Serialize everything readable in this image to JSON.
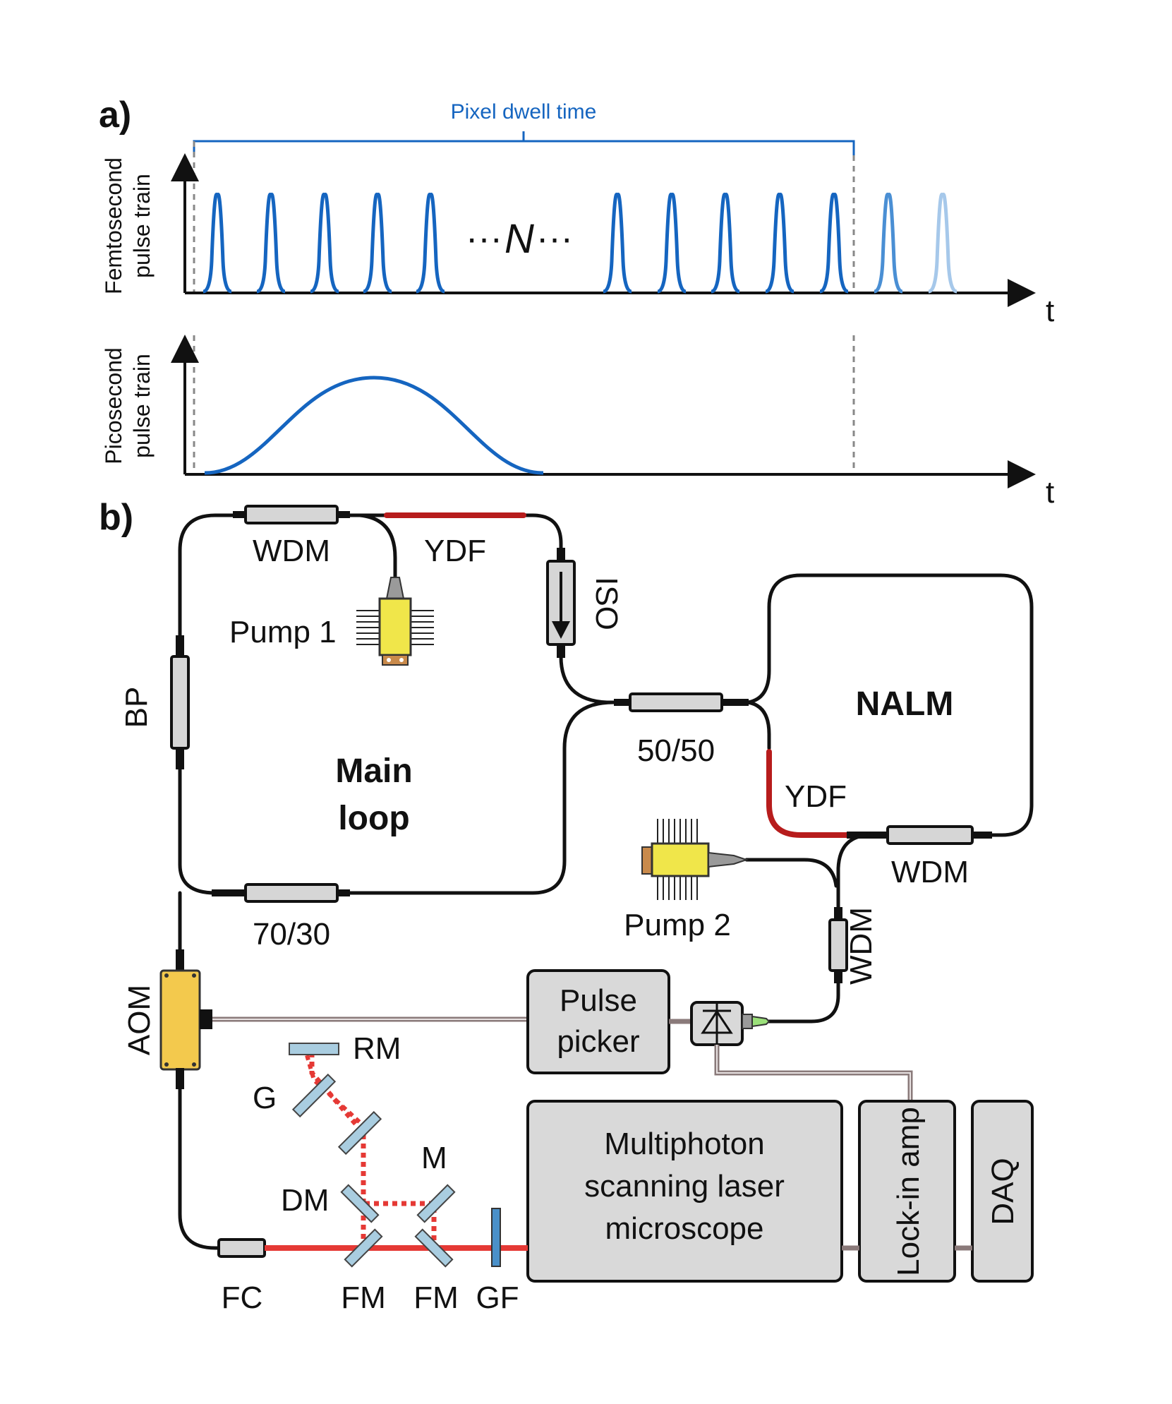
{
  "panel_a": {
    "label": "a)",
    "dwell_label": "Pixel dwell time",
    "femto_axis": [
      "Femtosecond",
      "pulse train"
    ],
    "pico_axis": [
      "Picosecond",
      "pulse train"
    ],
    "t_label": "t",
    "n_label": "N",
    "dots": "···",
    "pulse_color": "#1565c0"
  },
  "panel_b": {
    "label": "b)",
    "wdm_top": "WDM",
    "ydf_top": "YDF",
    "iso": "ISO",
    "pump1": "Pump 1",
    "bp": "BP",
    "main_loop": [
      "Main",
      "loop"
    ],
    "coupler_5050": "50/50",
    "nalm": "NALM",
    "ydf_nalm": "YDF",
    "wdm_nalm": "WDM",
    "pump2": "Pump 2",
    "coupler_7030": "70/30",
    "wdm_vertical": "WDM",
    "aom": "AOM",
    "pulse_picker": [
      "Pulse",
      "picker"
    ],
    "rm": "RM",
    "g": "G",
    "dm": "DM",
    "m": "M",
    "microscope": [
      "Multiphoton",
      "scanning laser",
      "microscope"
    ],
    "lockin": "Lock-in amp",
    "daq": "DAQ",
    "fc": "FC",
    "fm1": "FM",
    "fm2": "FM",
    "gf": "GF",
    "ydf_color": "#b71c1c",
    "beam_color": "#e53935"
  }
}
